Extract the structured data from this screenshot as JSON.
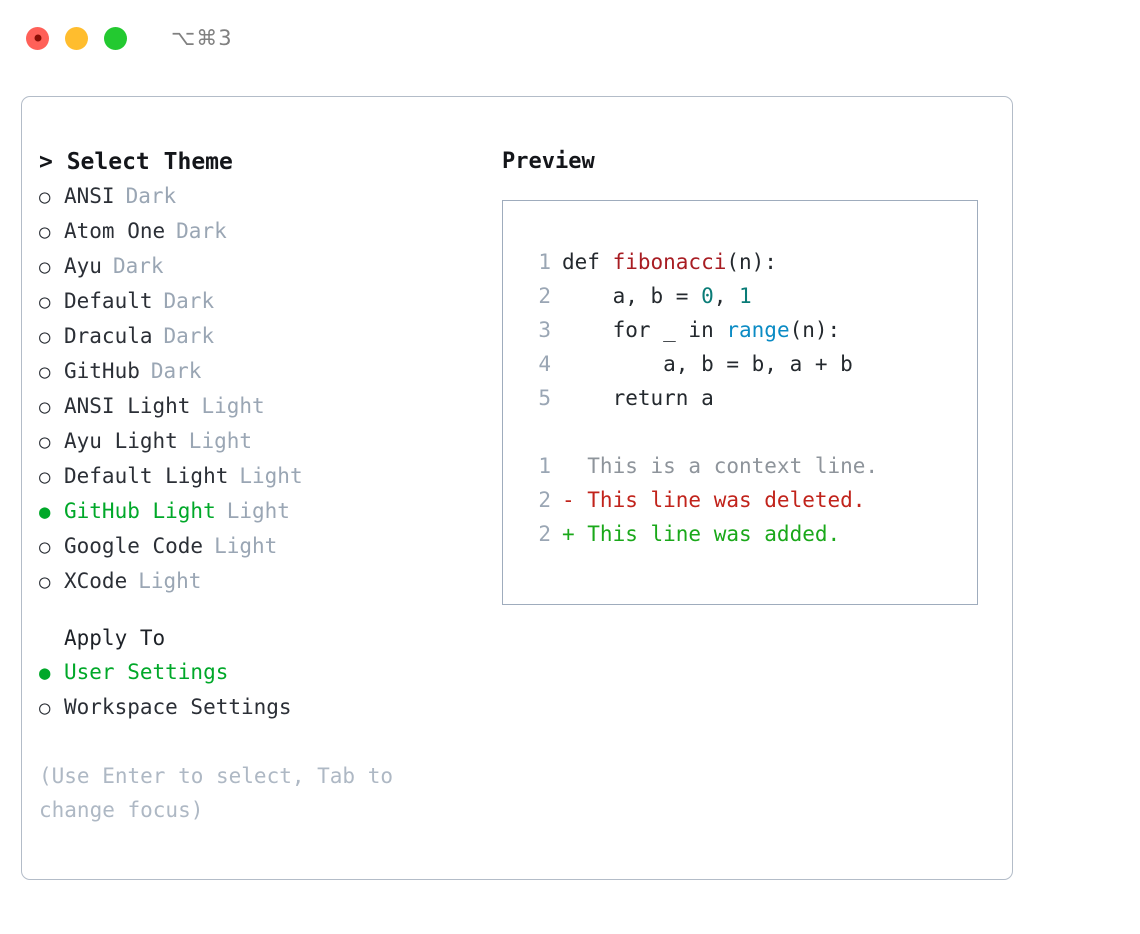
{
  "titlebar": {
    "lights": [
      {
        "name": "close-button",
        "color": "#ff6058"
      },
      {
        "name": "minimize-button",
        "color": "#ffbd2e"
      },
      {
        "name": "zoom-button",
        "color": "#23c930"
      }
    ],
    "shortcut": "⌥⌘3"
  },
  "theme_picker": {
    "heading": "> Select Theme",
    "selected_bullet": "●",
    "unselected_bullet": "○",
    "items": [
      {
        "label": "ANSI",
        "badge": "Dark",
        "selected": false
      },
      {
        "label": "Atom One",
        "badge": "Dark",
        "selected": false
      },
      {
        "label": "Ayu",
        "badge": "Dark",
        "selected": false
      },
      {
        "label": "Default",
        "badge": "Dark",
        "selected": false
      },
      {
        "label": "Dracula",
        "badge": "Dark",
        "selected": false
      },
      {
        "label": "GitHub",
        "badge": "Dark",
        "selected": false
      },
      {
        "label": "ANSI Light",
        "badge": "Light",
        "selected": false
      },
      {
        "label": "Ayu Light",
        "badge": "Light",
        "selected": false
      },
      {
        "label": "Default Light",
        "badge": "Light",
        "selected": false
      },
      {
        "label": "GitHub Light",
        "badge": "Light",
        "selected": true
      },
      {
        "label": "Google Code",
        "badge": "Light",
        "selected": false
      },
      {
        "label": "XCode",
        "badge": "Light",
        "selected": false
      }
    ]
  },
  "apply_to": {
    "heading": "Apply To",
    "options": [
      {
        "label": "User Settings",
        "selected": true
      },
      {
        "label": "Workspace Settings",
        "selected": false
      }
    ]
  },
  "hint": "(Use Enter to select, Tab to change focus)",
  "preview": {
    "title": "Preview",
    "code_lines": [
      {
        "no": "1",
        "segments": [
          {
            "text": "def ",
            "tok": "code-text"
          },
          {
            "text": "fibonacci",
            "tok": "tok-fn"
          },
          {
            "text": "(n):",
            "tok": "code-text"
          }
        ]
      },
      {
        "no": "2",
        "segments": [
          {
            "text": "    a, b = ",
            "tok": "code-text"
          },
          {
            "text": "0",
            "tok": "tok-num"
          },
          {
            "text": ", ",
            "tok": "code-text"
          },
          {
            "text": "1",
            "tok": "tok-num"
          }
        ]
      },
      {
        "no": "3",
        "segments": [
          {
            "text": "    for _ in ",
            "tok": "code-text"
          },
          {
            "text": "range",
            "tok": "tok-call"
          },
          {
            "text": "(n):",
            "tok": "code-text"
          }
        ]
      },
      {
        "no": "4",
        "segments": [
          {
            "text": "        a, b = b, a + b",
            "tok": "code-text"
          }
        ]
      },
      {
        "no": "5",
        "segments": [
          {
            "text": "    return a",
            "tok": "code-text"
          }
        ]
      }
    ],
    "diff_lines": [
      {
        "no": "1",
        "text": "  This is a context line.",
        "tok": "diff-ctx"
      },
      {
        "no": "2",
        "text": "- This line was deleted.",
        "tok": "diff-del"
      },
      {
        "no": "2",
        "text": "+ This line was added.",
        "tok": "diff-add"
      }
    ]
  }
}
